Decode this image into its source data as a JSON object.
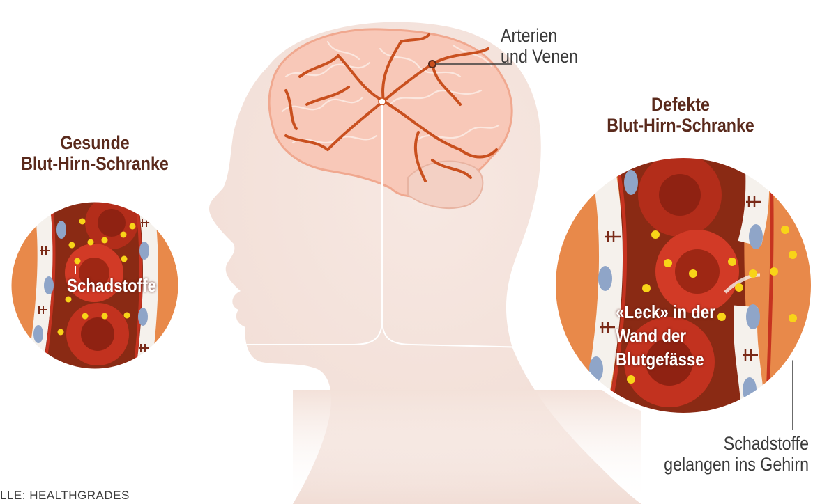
{
  "labels": {
    "healthy_title_line1": "Gesunde",
    "healthy_title_line2": "Blut-Hirn-Schranke",
    "defect_title_line1": "Defekte",
    "defect_title_line2": "Blut-Hirn-Schranke",
    "vessels_line1": "Arterien",
    "vessels_line2": "und Venen",
    "healthy_inset_text": "Schadstoffe",
    "leak_line1": "«Leck» in der",
    "leak_line2": "Wand der",
    "leak_line3": "Blutgefässe",
    "toxins_line1": "Schadstoffe",
    "toxins_line2": "gelangen ins Gehirn",
    "source": "LLE: HEALTHGRADES"
  },
  "colors": {
    "skin": "#f6e6df",
    "brain": "#f8c8b8",
    "vessel": "#c9501f",
    "blood": "#8a2a14",
    "tissue": "#e8894a",
    "cell": "#d23a26",
    "endothelium": "#f5f1ec",
    "nucleus": "#8fa5c8",
    "toxin": "#f8d418",
    "heading": "#5a2a1c"
  }
}
